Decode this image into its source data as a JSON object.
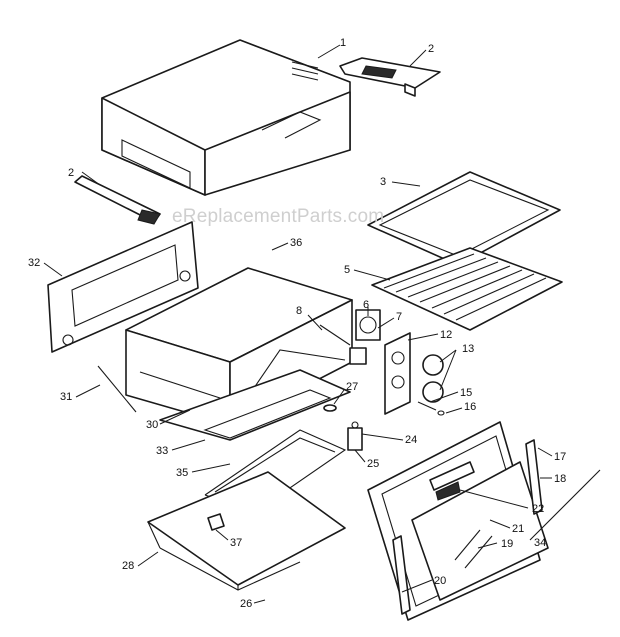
{
  "watermark": "eReplacementParts.com",
  "callouts": [
    "1",
    "2",
    "2",
    "3",
    "5",
    "6",
    "7",
    "8",
    "12",
    "13",
    "15",
    "16",
    "17",
    "18",
    "19",
    "20",
    "21",
    "22",
    "24",
    "25",
    "26",
    "27",
    "28",
    "30",
    "31",
    "32",
    "33",
    "34",
    "35",
    "36",
    "37"
  ]
}
